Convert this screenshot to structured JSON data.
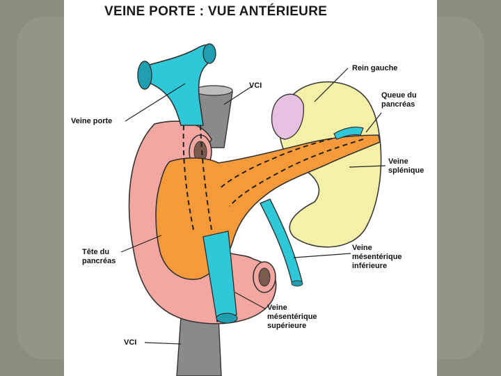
{
  "title": "VEINE PORTE : VUE ANTÉRIEURE",
  "labels": {
    "rein_gauche": "Rein gauche",
    "vci_top": "VCI",
    "queue_pancreas": "Queue du\npancréas",
    "veine_porte": "Veine porte",
    "veine_splenique": "Veine\nsplénique",
    "tete_pancreas": "Tête du\npancréas",
    "veine_mes_inf": "Veine\nmésentérique\ninférieure",
    "veine_mes_sup": "Veine\nmésentérique\nsupérieure",
    "vci_bottom": "VCI"
  },
  "colors": {
    "slide_background": "#8b8d7f",
    "vein": "#2ec8d8",
    "pancreas": "#f59a3a",
    "duodenum": "#f4a6a0",
    "kidney": "#f4f0a8",
    "adrenal": "#e8c0e0",
    "vena_cava": "#8a8a8a"
  }
}
